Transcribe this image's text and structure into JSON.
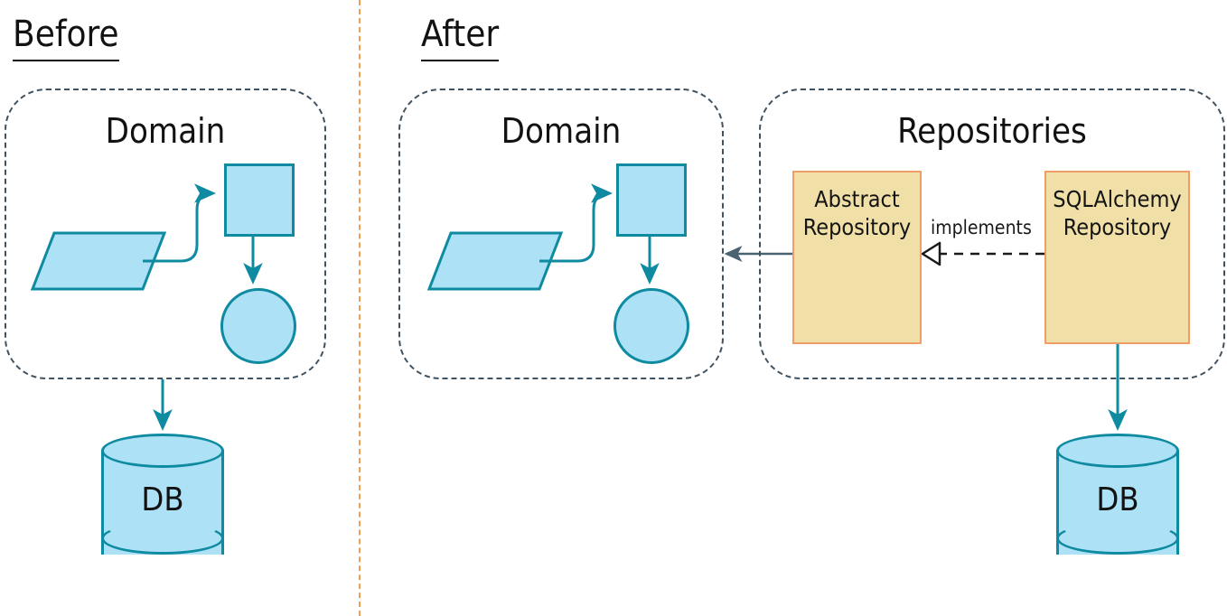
{
  "diagram": {
    "title_before": "Before",
    "title_after": "After",
    "divider_color": "#ef9e56",
    "panels": [
      {
        "id": "domain-before",
        "label": "Domain"
      },
      {
        "id": "domain-after",
        "label": "Domain"
      },
      {
        "id": "repositories",
        "label": "Repositories"
      }
    ],
    "repository_boxes": [
      {
        "id": "abstract-repository",
        "label": "Abstract\nRepository",
        "fill": "#f0dfa7",
        "stroke": "#ef9e67"
      },
      {
        "id": "sqlalchemy-repository",
        "label": "SQLAlchemy\nRepository",
        "fill": "#f0dfa7",
        "stroke": "#ef9e67"
      }
    ],
    "relation_label": "implements",
    "databases": [
      {
        "id": "db-before",
        "label": "DB"
      },
      {
        "id": "db-after",
        "label": "DB"
      }
    ],
    "colors": {
      "shape_fill": "#ade1f5",
      "shape_stroke": "#0f8ba1",
      "panel_border": "#40515f",
      "dependency_arrow": "#4a6373",
      "text": "#121212"
    },
    "shapes": {
      "parallelogram": "parallelogram-shape",
      "square": "square-shape",
      "circle": "circle-shape"
    }
  }
}
